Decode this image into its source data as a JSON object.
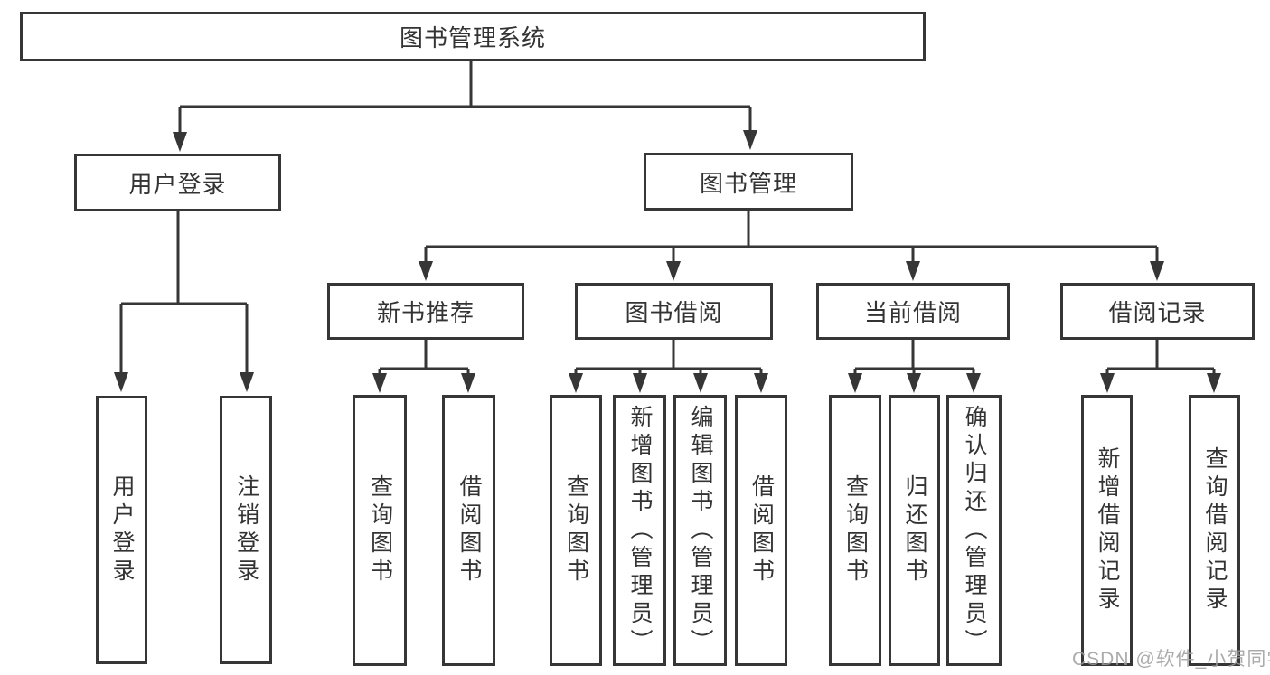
{
  "diagram": {
    "root": {
      "label": "图书管理系统"
    },
    "branches": [
      {
        "label": "用户登录",
        "children": [
          {
            "label": "用户登录"
          },
          {
            "label": "注销登录"
          }
        ]
      },
      {
        "label": "图书管理",
        "children": [
          {
            "label": "新书推荐",
            "children": [
              {
                "label": "查询图书"
              },
              {
                "label": "借阅图书"
              }
            ]
          },
          {
            "label": "图书借阅",
            "children": [
              {
                "label": "查询图书"
              },
              {
                "label": "新增图书（管理员）"
              },
              {
                "label": "编辑图书（管理员）"
              },
              {
                "label": "借阅图书"
              }
            ]
          },
          {
            "label": "当前借阅",
            "children": [
              {
                "label": "查询图书"
              },
              {
                "label": "归还图书"
              },
              {
                "label": "确认归还（管理员）"
              }
            ]
          },
          {
            "label": "借阅记录",
            "children": [
              {
                "label": "新增借阅记录"
              },
              {
                "label": "查询借阅记录"
              }
            ]
          }
        ]
      }
    ]
  },
  "watermark": {
    "text": "CSDN @软件_小贺同学"
  },
  "colors": {
    "line": "#363636",
    "box_border": "#363636",
    "text": "#333333",
    "background": "#ffffff",
    "watermark": "#9d9d9d"
  }
}
